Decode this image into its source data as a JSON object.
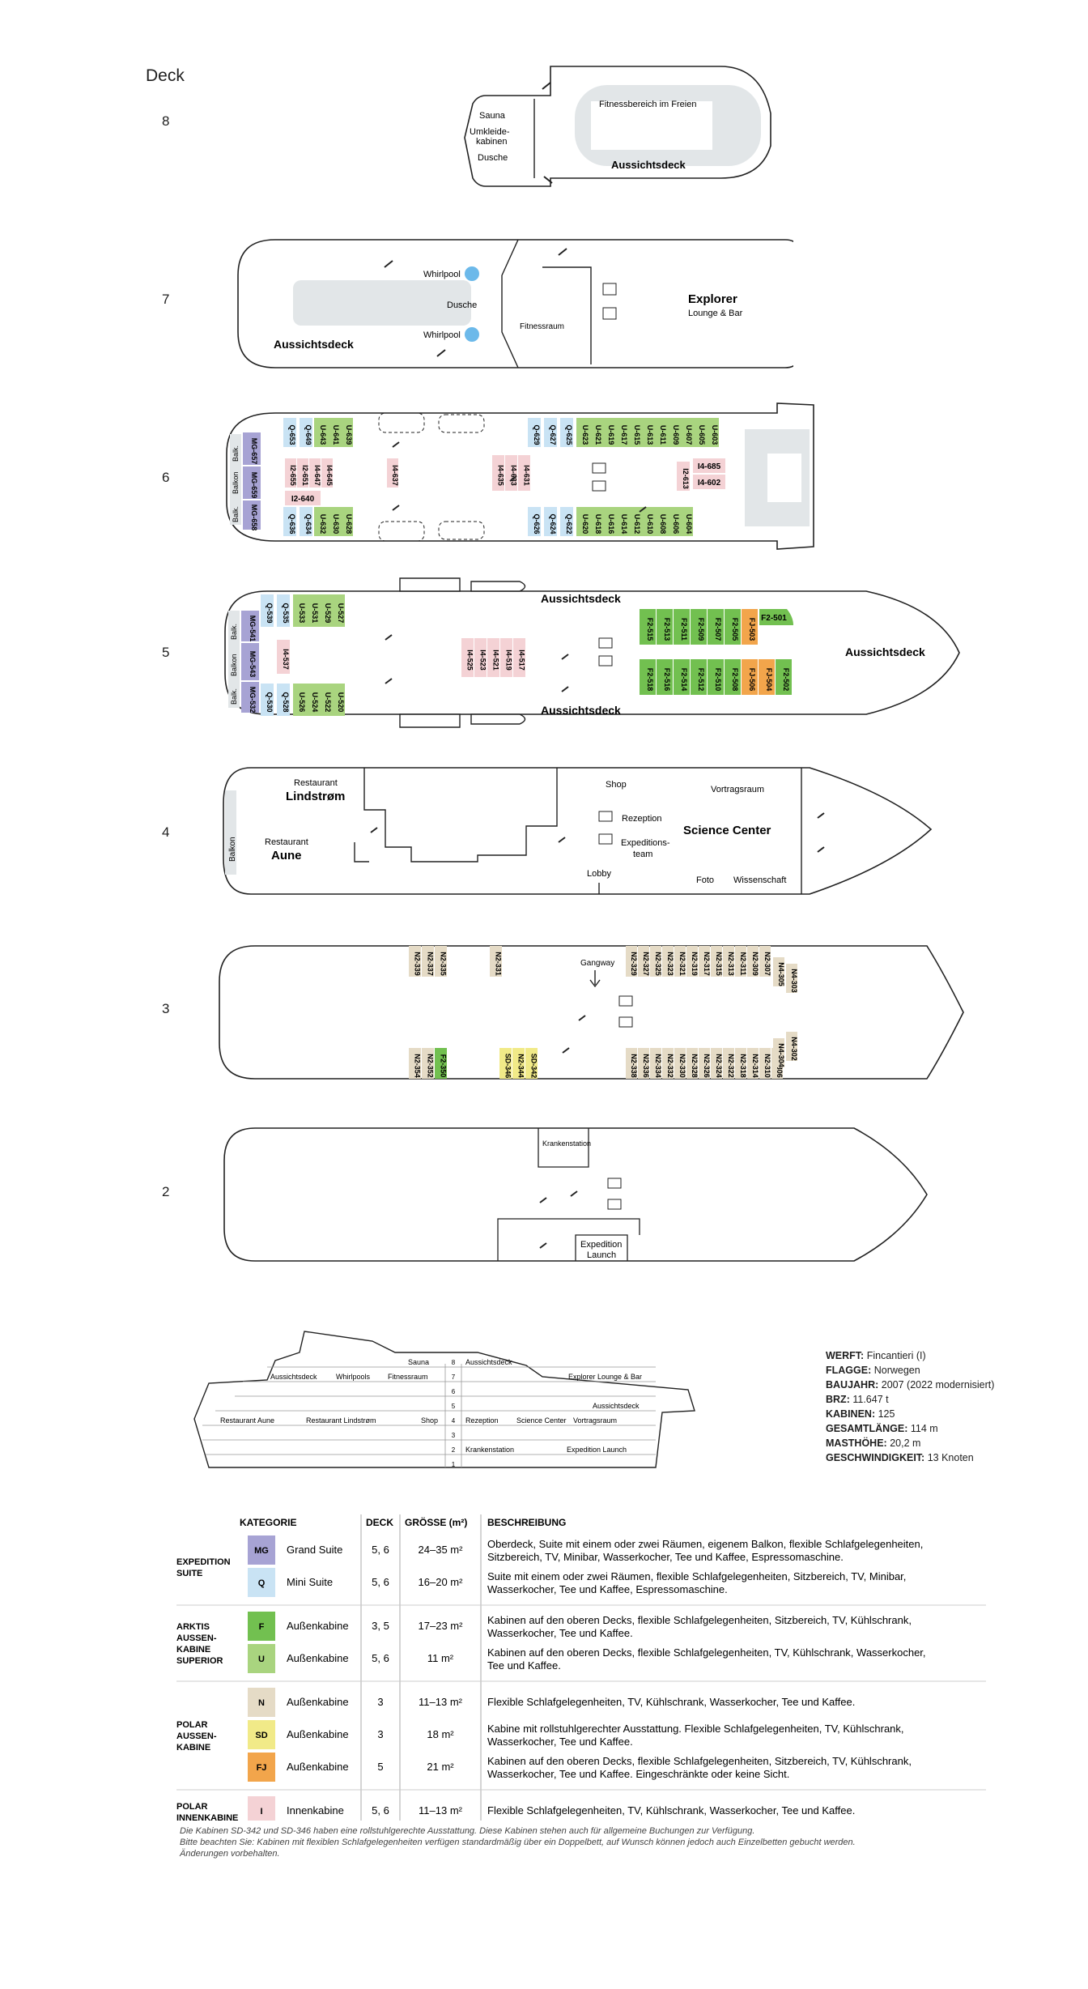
{
  "header": {
    "deck_label": "Deck"
  },
  "decks": [
    "8",
    "7",
    "6",
    "5",
    "4",
    "3",
    "2"
  ],
  "colors": {
    "MG": "#a7a3d4",
    "Q": "#c9e3f4",
    "F": "#72c050",
    "U": "#a9d47f",
    "N": "#e5dbc6",
    "SD": "#f1ea88",
    "FJ": "#f2a54b",
    "I": "#f4d2d5",
    "area": "#e2e6e8",
    "pool": "#6cb9ea"
  },
  "deck8": {
    "sauna": "Sauna",
    "changing1": "Umkleide-",
    "changing2": "kabinen",
    "shower": "Dusche",
    "fitness_outdoor": "Fitnessbereich im Freien",
    "observation": "Aussichtsdeck"
  },
  "deck7": {
    "whirlpool_top": "Whirlpool",
    "whirlpool_bottom": "Whirlpool",
    "shower": "Dusche",
    "fitness": "Fitnessraum",
    "observation": "Aussichtsdeck",
    "explorer": "Explorer",
    "lounge": "Lounge & Bar"
  },
  "deck6": {
    "balk1": "Balk.",
    "balkon": "Balkon",
    "balk2": "Balk.",
    "mg": [
      "MG-657",
      "MG-659",
      "MG-658"
    ],
    "top": [
      [
        "Q",
        "Q-653"
      ],
      [
        "Q",
        "Q-649"
      ],
      [
        "U",
        "U-643"
      ],
      [
        "U",
        "U-641"
      ],
      [
        "U",
        "U-639"
      ],
      [
        "Q",
        "Q-629"
      ],
      [
        "Q",
        "Q-627"
      ],
      [
        "Q",
        "Q-625"
      ],
      [
        "U",
        "U-623"
      ],
      [
        "U",
        "U-621"
      ],
      [
        "U",
        "U-619"
      ],
      [
        "U",
        "U-617"
      ],
      [
        "U",
        "U-615"
      ],
      [
        "U",
        "U-613"
      ],
      [
        "U",
        "U-611"
      ],
      [
        "U",
        "U-609"
      ],
      [
        "U",
        "U-607"
      ],
      [
        "U",
        "U-605"
      ],
      [
        "U",
        "U-603"
      ]
    ],
    "bottom": [
      [
        "Q",
        "Q-636"
      ],
      [
        "Q",
        "Q-634"
      ],
      [
        "U",
        "U-632"
      ],
      [
        "U",
        "U-630"
      ],
      [
        "U",
        "U-628"
      ],
      [
        "Q",
        "Q-626"
      ],
      [
        "Q",
        "Q-624"
      ],
      [
        "Q",
        "Q-622"
      ],
      [
        "U",
        "U-620"
      ],
      [
        "U",
        "U-618"
      ],
      [
        "U",
        "U-616"
      ],
      [
        "U",
        "U-614"
      ],
      [
        "U",
        "U-612"
      ],
      [
        "U",
        "U-610"
      ],
      [
        "U",
        "U-608"
      ],
      [
        "U",
        "U-606"
      ],
      [
        "U",
        "U-604"
      ]
    ],
    "inner_left": [
      "I2-655",
      "I2-651",
      "I4-647",
      "I4-645"
    ],
    "inner_single": "I2-640",
    "inner_mid": "I4-637",
    "inner_center": [
      "I4-635",
      "I4-633",
      "I4-631"
    ],
    "inner_right": [
      "I2-613",
      "I4-685",
      "I4-602"
    ]
  },
  "deck5": {
    "balk1": "Balk.",
    "balkon": "Balkon",
    "balk2": "Balk.",
    "mg": [
      "MG-541",
      "MG-543",
      "MG-532"
    ],
    "top": [
      [
        "Q",
        "Q-539"
      ],
      [
        "Q",
        "Q-535"
      ],
      [
        "U",
        "U-533"
      ],
      [
        "U",
        "U-531"
      ],
      [
        "U",
        "U-529"
      ],
      [
        "U",
        "U-527"
      ]
    ],
    "bottom": [
      [
        "Q",
        "Q-530"
      ],
      [
        "Q",
        "Q-528"
      ],
      [
        "U",
        "U-526"
      ],
      [
        "U",
        "U-524"
      ],
      [
        "U",
        "U-522"
      ],
      [
        "U",
        "U-520"
      ]
    ],
    "inner_single": "I4-537",
    "inner_center": [
      "I4-525",
      "I4-523",
      "I4-521",
      "I4-519",
      "I4-517"
    ],
    "fwd_top": [
      [
        "F",
        "F2-515"
      ],
      [
        "F",
        "F2-513"
      ],
      [
        "F",
        "F2-511"
      ],
      [
        "F",
        "F2-509"
      ],
      [
        "F",
        "F2-507"
      ],
      [
        "F",
        "F2-505"
      ],
      [
        "FJ",
        "FJ-503"
      ]
    ],
    "fwd_bottom": [
      [
        "F",
        "F2-518"
      ],
      [
        "F",
        "F2-516"
      ],
      [
        "F",
        "F2-514"
      ],
      [
        "F",
        "F2-512"
      ],
      [
        "F",
        "F2-510"
      ],
      [
        "F",
        "F2-508"
      ],
      [
        "FJ",
        "FJ-506"
      ],
      [
        "FJ",
        "FJ-504"
      ],
      [
        "F",
        "F2-502"
      ]
    ],
    "f501": "F2-501",
    "observation_top": "Aussichtsdeck",
    "observation_bottom": "Aussichtsdeck",
    "observation_bow": "Aussichtsdeck"
  },
  "deck4": {
    "balkon": "Balkon",
    "restaurant1": "Restaurant",
    "lindstrom": "Lindstrøm",
    "restaurant2": "Restaurant",
    "aune": "Aune",
    "shop": "Shop",
    "lecture": "Vortragsraum",
    "reception": "Rezeption",
    "expedition1": "Expeditions-",
    "expedition2": "team",
    "science": "Science Center",
    "lobby": "Lobby",
    "photo": "Foto",
    "science_small": "Wissenschaft"
  },
  "deck3": {
    "top_left": [
      "N2-339",
      "N2-337",
      "N2-335"
    ],
    "top_single": "N2-331",
    "gangway": "Gangway",
    "top_right": [
      "N2-329",
      "N2-327",
      "N2-325",
      "N2-323",
      "N2-321",
      "N2-319",
      "N2-317",
      "N2-315",
      "N2-313",
      "N2-311",
      "N2-309",
      "N2-307"
    ],
    "fwd_top": [
      "N4-305",
      "N4-303"
    ],
    "bottom_left": [
      [
        "N",
        "N2-354"
      ],
      [
        "N",
        "N2-352"
      ],
      [
        "F",
        "F2-350"
      ]
    ],
    "bottom_sd": [
      "SD-346",
      "N2-344",
      "SD-342"
    ],
    "bottom_right": [
      "N2-338",
      "N2-336",
      "N2-334",
      "N2-332",
      "N2-330",
      "N2-328",
      "N2-326",
      "N2-324",
      "N2-322",
      "N2-318",
      "N2-314",
      "N2-310",
      "N2-306"
    ],
    "fwd_bottom": [
      "N4-304",
      "N4-302"
    ]
  },
  "deck2": {
    "hospital": "Krankenstation",
    "launch1": "Expedition",
    "launch2": "Launch"
  },
  "profile": {
    "numbers": [
      "8",
      "7",
      "6",
      "5",
      "4",
      "3",
      "2",
      "1"
    ],
    "sauna": "Sauna",
    "aussichtsdeck_top": "Aussichtsdeck",
    "aussichtsdeck": "Aussichtsdeck",
    "whirlpools": "Whirlpools",
    "fitness": "Fitnessraum",
    "explorer": "Explorer Lounge & Bar",
    "aussichtsdeck5": "Aussichtsdeck",
    "aune": "Restaurant Aune",
    "lindstrom": "Restaurant Lindstrøm",
    "shop": "Shop",
    "reception": "Rezeption",
    "science": "Science Center",
    "lecture": "Vortragsraum",
    "hospital": "Krankenstation",
    "launch": "Expedition Launch"
  },
  "specs": [
    {
      "k": "WERFT:",
      "v": "Fincantieri (I)"
    },
    {
      "k": "FLAGGE:",
      "v": "Norwegen"
    },
    {
      "k": "BAUJAHR:",
      "v": "2007 (2022 modernisiert)"
    },
    {
      "k": "BRZ:",
      "v": "11.647 t"
    },
    {
      "k": "KABINEN:",
      "v": "125"
    },
    {
      "k": "GESAMTLÄNGE:",
      "v": "114 m"
    },
    {
      "k": "MASTHÖHE:",
      "v": "20,2 m"
    },
    {
      "k": "GESCHWINDIGKEIT:",
      "v": "13 Knoten"
    }
  ],
  "legend": {
    "headers": {
      "category": "KATEGORIE",
      "deck": "DECK",
      "size": "GRÖSSE (m²)",
      "desc": "BESCHREIBUNG"
    },
    "groups": [
      {
        "name1": "EXPEDITION",
        "name2": "SUITE",
        "name3": "",
        "name4": "",
        "rows": [
          {
            "code": "MG",
            "type": "Grand Suite",
            "deck": "5, 6",
            "size": "24–35 m²",
            "d1": "Oberdeck, Suite mit einem oder zwei Räumen, eigenem Balkon, flexible Schlafgelegenheiten,",
            "d2": "Sitzbereich, TV, Minibar, Wasserkocher, Tee und Kaffee, Espressomaschine."
          },
          {
            "code": "Q",
            "type": "Mini Suite",
            "deck": "5, 6",
            "size": "16–20 m²",
            "d1": "Suite mit einem oder zwei Räumen, flexible Schlafgelegenheiten, Sitzbereich, TV, Minibar,",
            "d2": "Wasserkocher, Tee und Kaffee, Espressomaschine."
          }
        ]
      },
      {
        "name1": "ARKTIS",
        "name2": "AUSSEN-",
        "name3": "KABINE",
        "name4": "SUPERIOR",
        "rows": [
          {
            "code": "F",
            "type": "Außenkabine",
            "deck": "3, 5",
            "size": "17–23 m²",
            "d1": "Kabinen auf den oberen Decks, flexible Schlafgelegenheiten, Sitzbereich, TV, Kühlschrank,",
            "d2": "Wasserkocher, Tee und Kaffee."
          },
          {
            "code": "U",
            "type": "Außenkabine",
            "deck": "5, 6",
            "size": "11 m²",
            "d1": "Kabinen auf den oberen Decks, flexible Schlafgelegenheiten, TV, Kühlschrank, Wasserkocher,",
            "d2": "Tee und Kaffee."
          }
        ]
      },
      {
        "name1": "POLAR",
        "name2": "AUSSEN-",
        "name3": "KABINE",
        "name4": "",
        "rows": [
          {
            "code": "N",
            "type": "Außenkabine",
            "deck": "3",
            "size": "11–13 m²",
            "d1": "Flexible Schlafgelegenheiten, TV, Kühlschrank, Wasserkocher, Tee und Kaffee.",
            "d2": ""
          },
          {
            "code": "SD",
            "type": "Außenkabine",
            "deck": "3",
            "size": "18 m²",
            "d1": "Kabine mit rollstuhlgerechter Ausstattung. Flexible Schlafgelegenheiten, TV, Kühlschrank,",
            "d2": "Wasserkocher, Tee und Kaffee."
          },
          {
            "code": "FJ",
            "type": "Außenkabine",
            "deck": "5",
            "size": "21 m²",
            "d1": "Kabinen auf den oberen Decks, flexible Schlafgelegenheiten, Sitzbereich, TV, Kühlschrank,",
            "d2": "Wasserkocher, Tee und Kaffee. Eingeschränkte oder keine Sicht."
          }
        ]
      },
      {
        "name1": "POLAR",
        "name2": "INNENKABINE",
        "name3": "",
        "name4": "",
        "rows": [
          {
            "code": "I",
            "type": "Innenkabine",
            "deck": "5, 6",
            "size": "11–13 m²",
            "d1": "Flexible Schlafgelegenheiten, TV, Kühlschrank, Wasserkocher, Tee und Kaffee.",
            "d2": ""
          }
        ]
      }
    ]
  },
  "footnotes": [
    "Die Kabinen SD-342 und SD-346 haben eine rollstuhlgerechte Ausstattung. Diese Kabinen stehen auch für allgemeine Buchungen zur Verfügung.",
    "Bitte beachten Sie: Kabinen mit flexiblen Schlafgelegenheiten verfügen standardmäßig über ein Doppelbett, auf Wunsch können jedoch auch Einzelbetten gebucht werden.",
    "Änderungen vorbehalten."
  ]
}
